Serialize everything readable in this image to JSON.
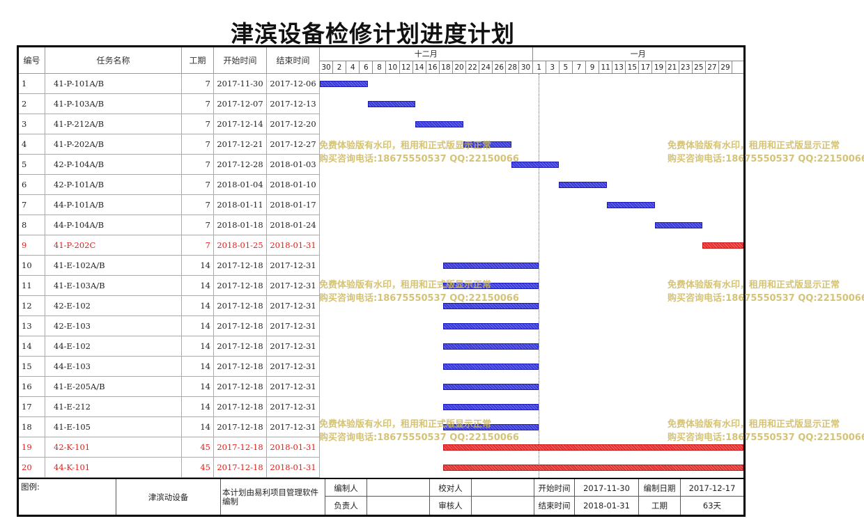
{
  "title": "津滨设备检修计划进度计划",
  "columns": {
    "no": "编号",
    "name": "任务名称",
    "duration": "工期",
    "start": "开始时间",
    "end": "结束时间"
  },
  "months": [
    "十二月",
    "一月"
  ],
  "day_labels": [
    "30",
    "2",
    "4",
    "6",
    "8",
    "10",
    "12",
    "14",
    "16",
    "18",
    "20",
    "22",
    "24",
    "26",
    "28",
    "30",
    "1",
    "3",
    "5",
    "7",
    "9",
    "11",
    "13",
    "15",
    "17",
    "19",
    "21",
    "23",
    "25",
    "27",
    "29"
  ],
  "tasks": [
    {
      "no": "1",
      "name": "41-P-101A/B",
      "duration": "7",
      "start": "2017-11-30",
      "end": "2017-12-06",
      "critical": false
    },
    {
      "no": "2",
      "name": "41-P-103A/B",
      "duration": "7",
      "start": "2017-12-07",
      "end": "2017-12-13",
      "critical": false
    },
    {
      "no": "3",
      "name": "41-P-212A/B",
      "duration": "7",
      "start": "2017-12-14",
      "end": "2017-12-20",
      "critical": false
    },
    {
      "no": "4",
      "name": "41-P-202A/B",
      "duration": "7",
      "start": "2017-12-21",
      "end": "2017-12-27",
      "critical": false
    },
    {
      "no": "5",
      "name": "42-P-104A/B",
      "duration": "7",
      "start": "2017-12-28",
      "end": "2018-01-03",
      "critical": false
    },
    {
      "no": "6",
      "name": "42-P-101A/B",
      "duration": "7",
      "start": "2018-01-04",
      "end": "2018-01-10",
      "critical": false
    },
    {
      "no": "7",
      "name": "44-P-101A/B",
      "duration": "7",
      "start": "2018-01-11",
      "end": "2018-01-17",
      "critical": false
    },
    {
      "no": "8",
      "name": "44-P-104A/B",
      "duration": "7",
      "start": "2018-01-18",
      "end": "2018-01-24",
      "critical": false
    },
    {
      "no": "9",
      "name": "41-P-202C",
      "duration": "7",
      "start": "2018-01-25",
      "end": "2018-01-31",
      "critical": true
    },
    {
      "no": "10",
      "name": "41-E-102A/B",
      "duration": "14",
      "start": "2017-12-18",
      "end": "2017-12-31",
      "critical": false
    },
    {
      "no": "11",
      "name": "41-E-103A/B",
      "duration": "14",
      "start": "2017-12-18",
      "end": "2017-12-31",
      "critical": false
    },
    {
      "no": "12",
      "name": "42-E-102",
      "duration": "14",
      "start": "2017-12-18",
      "end": "2017-12-31",
      "critical": false
    },
    {
      "no": "13",
      "name": "42-E-103",
      "duration": "14",
      "start": "2017-12-18",
      "end": "2017-12-31",
      "critical": false
    },
    {
      "no": "14",
      "name": "44-E-102",
      "duration": "14",
      "start": "2017-12-18",
      "end": "2017-12-31",
      "critical": false
    },
    {
      "no": "15",
      "name": "44-E-103",
      "duration": "14",
      "start": "2017-12-18",
      "end": "2017-12-31",
      "critical": false
    },
    {
      "no": "16",
      "name": "41-E-205A/B",
      "duration": "14",
      "start": "2017-12-18",
      "end": "2017-12-31",
      "critical": false
    },
    {
      "no": "17",
      "name": "41-E-212",
      "duration": "14",
      "start": "2017-12-18",
      "end": "2017-12-31",
      "critical": false
    },
    {
      "no": "18",
      "name": "41-E-105",
      "duration": "14",
      "start": "2017-12-18",
      "end": "2017-12-31",
      "critical": false
    },
    {
      "no": "19",
      "name": "42-K-101",
      "duration": "45",
      "start": "2017-12-18",
      "end": "2018-01-31",
      "critical": true
    },
    {
      "no": "20",
      "name": "44-K-101",
      "duration": "45",
      "start": "2017-12-18",
      "end": "2018-01-31",
      "critical": true
    }
  ],
  "watermark": {
    "line1": "免费体验版有水印，租用和正式版显示正常",
    "line2": "购买咨询电话:18675550537 QQ:22150066"
  },
  "footer": {
    "legend_label": "图例:",
    "company": "津滨动设备",
    "note": "本计划由易利项目管理软件编制",
    "compiler_label": "编制人",
    "checker_label": "校对人",
    "manager_label": "负责人",
    "reviewer_label": "审核人",
    "start_label": "开始时间",
    "start_value": "2017-11-30",
    "end_label": "结束时间",
    "end_value": "2018-01-31",
    "date_label": "编制日期",
    "date_value": "2017-12-17",
    "duration_label": "工期",
    "duration_value": "63天"
  },
  "colors": {
    "bar": "#3a3ad6",
    "critical": "#e03030",
    "critical_text": "#e0201c",
    "watermark": "#cdb95f"
  }
}
